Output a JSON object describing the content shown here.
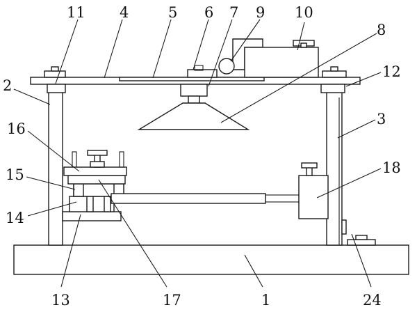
{
  "figure": {
    "labels": {
      "l1": "1",
      "l2": "2",
      "l3": "3",
      "l4": "4",
      "l5": "5",
      "l6": "6",
      "l7": "7",
      "l8": "8",
      "l9": "9",
      "l10": "10",
      "l11": "11",
      "l12": "12",
      "l13": "13",
      "l14": "14",
      "l15": "15",
      "l16": "16",
      "l17": "17",
      "l18": "18",
      "l24": "24"
    },
    "colors": {
      "stroke": "#1a1a1a",
      "background": "#ffffff"
    }
  }
}
